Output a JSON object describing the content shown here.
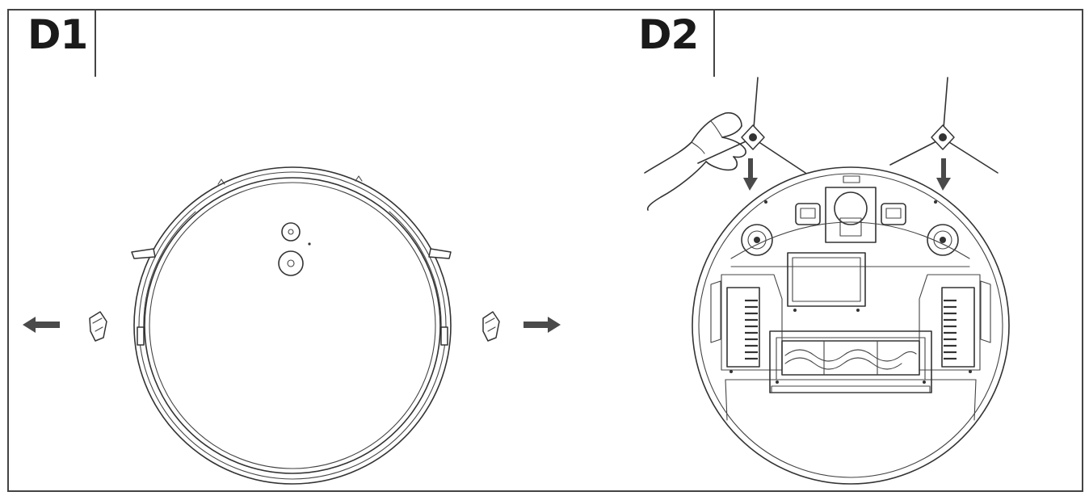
{
  "panels": [
    {
      "id": "d1",
      "label": "D1"
    },
    {
      "id": "d2",
      "label": "D2"
    }
  ],
  "colors": {
    "line": "#333333",
    "arrow": "#4a4a4a",
    "frame": "#444444",
    "background": "#ffffff"
  },
  "icons": [
    "arrow-left-icon",
    "arrow-right-icon",
    "arrow-down-icon",
    "hand-icon"
  ]
}
